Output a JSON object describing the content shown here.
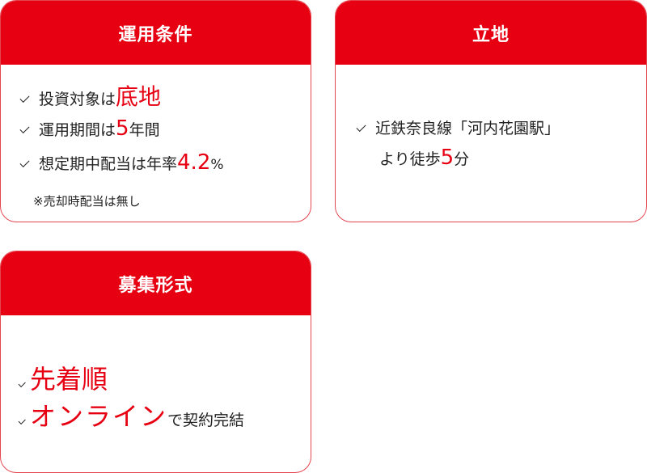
{
  "colors": {
    "accent": "#e60012",
    "border": "#e4454f",
    "text": "#222222"
  },
  "cards": {
    "conditions": {
      "title": "運用条件",
      "items": [
        {
          "icon": "check-icon",
          "text": "投資対象は",
          "highlight": "底地",
          "suffix": ""
        },
        {
          "icon": "check-icon",
          "text": "運用期間は",
          "highlight": "5",
          "suffix": "年間"
        },
        {
          "icon": "check-icon",
          "text": "想定期中配当は年率",
          "highlight": "4.2",
          "suffix": "%"
        }
      ],
      "note": "※売却時配当は無し"
    },
    "location": {
      "title": "立地",
      "items": [
        {
          "icon": "check-icon",
          "line1": "近鉄奈良線「河内花園駅」",
          "line2_prefix": "より徒歩",
          "highlight": "5",
          "suffix": "分"
        }
      ]
    },
    "recruit": {
      "title": "募集形式",
      "items": [
        {
          "icon": "check-icon",
          "highlight": "先着順",
          "suffix": ""
        },
        {
          "icon": "check-icon",
          "highlight": "オンライン",
          "suffix": "で契約完結"
        }
      ]
    }
  }
}
